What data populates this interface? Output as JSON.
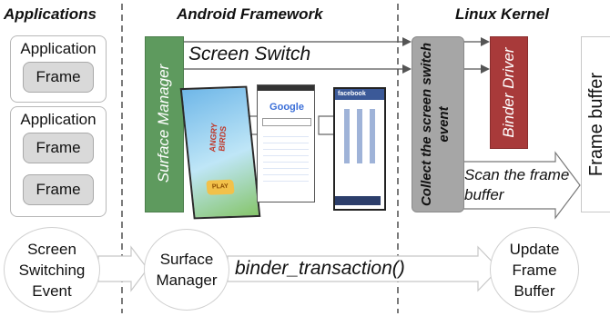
{
  "headers": {
    "applications": "Applications",
    "android_framework": "Android Framework",
    "linux_kernel": "Linux Kernel"
  },
  "apps": [
    {
      "title": "Application",
      "frames": [
        "Frame"
      ]
    },
    {
      "title": "Application",
      "frames": [
        "Frame",
        "Frame"
      ]
    }
  ],
  "surface_manager_bar": "Surface Manager",
  "screen_switch": "Screen Switch",
  "collect_event": "Collect the screen switch event",
  "binder_driver": "Binder Driver",
  "frame_buffer": "Frame buffer",
  "scan_frame_buffer": "Scan the frame buffer",
  "bottom_flow": {
    "event": "Screen Switching Event",
    "surface_manager": "Surface Manager",
    "call": "binder_transaction()",
    "update": "Update Frame Buffer"
  },
  "screens": {
    "game_title": "ANGRY BIRDS",
    "game_button": "PLAY",
    "google": "Google",
    "facebook": "facebook"
  },
  "colors": {
    "surface_manager_green": "#5e9a5e",
    "binder_red": "#a83a3a",
    "collect_gray": "#a6a6a6",
    "frame_gray": "#d9d9d9"
  }
}
